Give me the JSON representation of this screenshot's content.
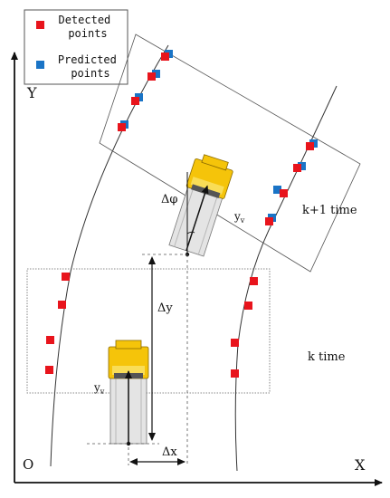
{
  "legend": {
    "detected_label": "Detected\npoints",
    "predicted_label": "Predicted\npoints",
    "detected_color": "#e8141c",
    "predicted_color": "#1a74c6"
  },
  "axes": {
    "y_label": "Y",
    "x_label": "X",
    "origin_label": "O"
  },
  "regions": {
    "current_label": "k time",
    "next_label": "k+1 time"
  },
  "annotations": {
    "delta_phi": "Δφ",
    "delta_y": "Δy",
    "delta_x": "Δx",
    "yv_current": "y",
    "yv_next": "y",
    "yv_sub": "v"
  },
  "colors": {
    "vehicle_body": "#f5c40a",
    "vehicle_box": "#e4e4e4",
    "lane_line": "#333333"
  }
}
